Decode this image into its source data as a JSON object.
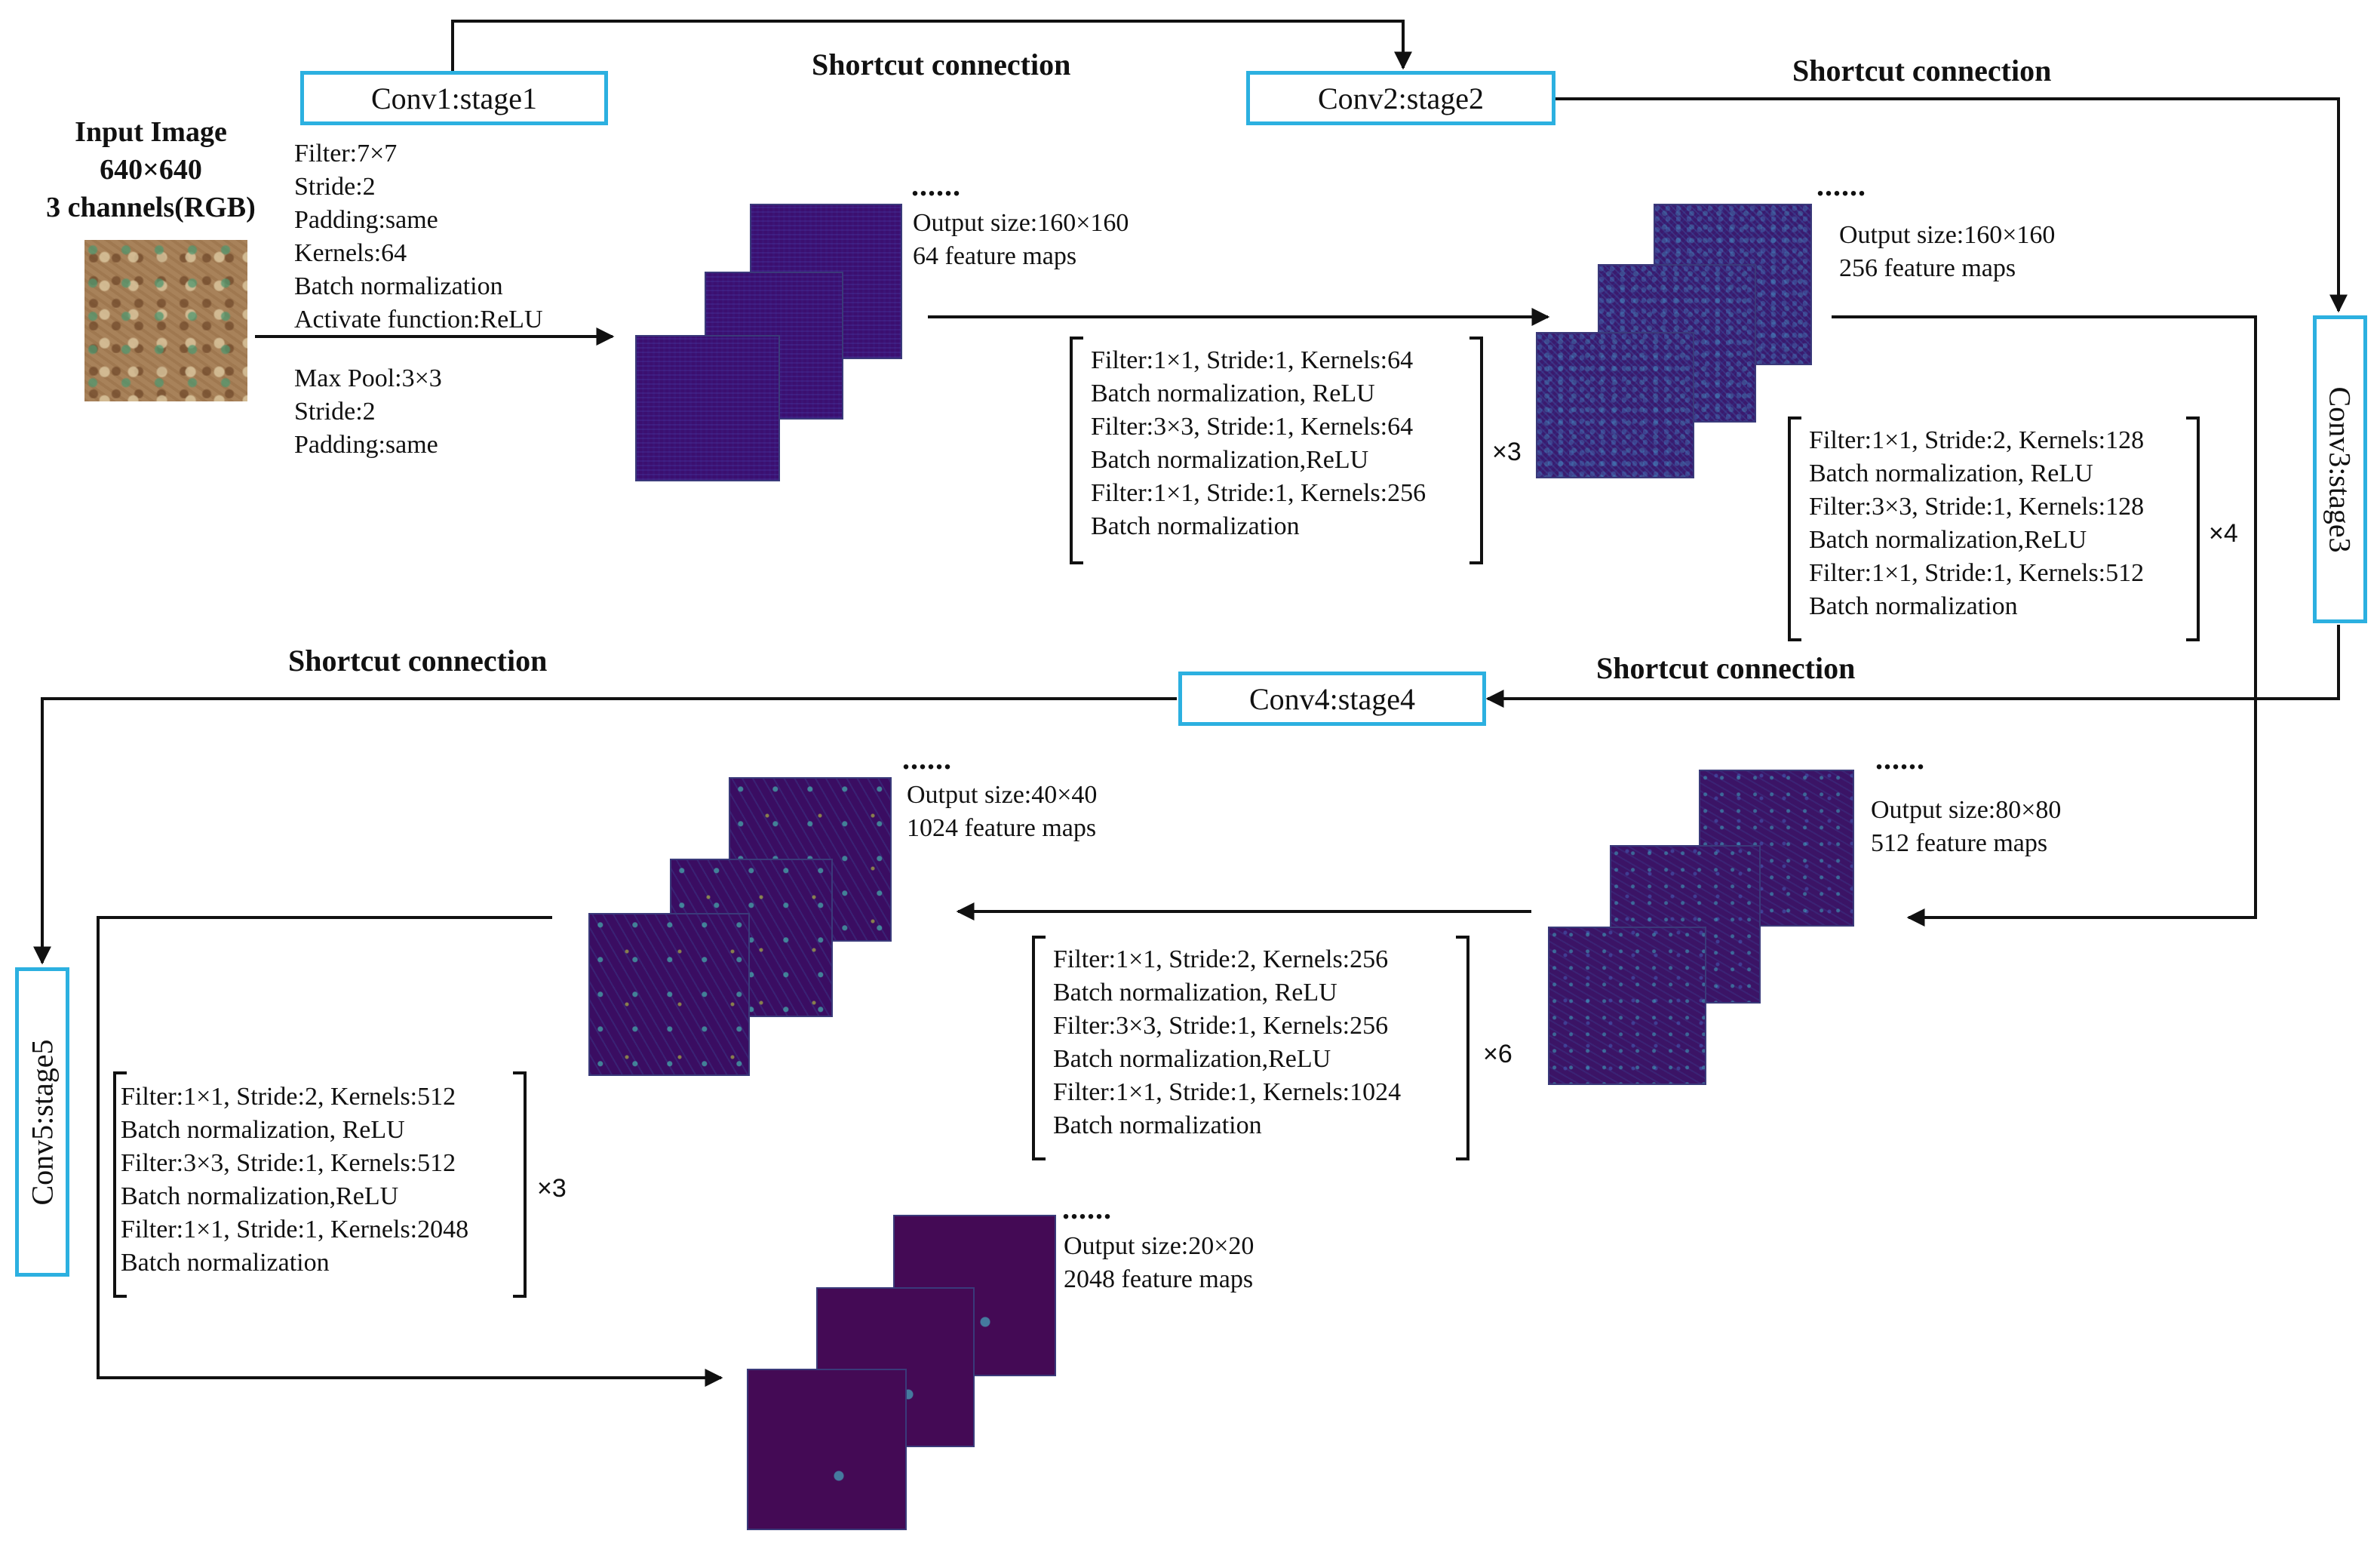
{
  "input": {
    "line1": "Input Image",
    "line2": "640×640",
    "line3": "3 channels(RGB)"
  },
  "stages": {
    "s1": "Conv1:stage1",
    "s2": "Conv2:stage2",
    "s3": "Conv3:stage3",
    "s4": "Conv4:stage4",
    "s5": "Conv5:stage5"
  },
  "shortcut_label": "Shortcut connection",
  "stage1": {
    "conv_params": [
      "Filter:7×7",
      "Stride:2",
      "Padding:same",
      "Kernels:64",
      "Batch normalization",
      "Activate function:ReLU"
    ],
    "pool_params": [
      "Max Pool:3×3",
      "Stride:2",
      "Padding:same"
    ],
    "output": [
      "Output size:160×160",
      "64 feature maps"
    ]
  },
  "stage2": {
    "block": [
      "Filter:1×1, Stride:1, Kernels:64",
      "Batch normalization, ReLU",
      "Filter:3×3, Stride:1, Kernels:64",
      "Batch normalization,ReLU",
      "Filter:1×1, Stride:1, Kernels:256",
      "Batch normalization"
    ],
    "repeat": "×3",
    "output": [
      "Output size:160×160",
      "256 feature maps"
    ]
  },
  "stage3": {
    "block": [
      "Filter:1×1, Stride:2, Kernels:128",
      "Batch normalization, ReLU",
      "Filter:3×3, Stride:1, Kernels:128",
      "Batch normalization,ReLU",
      "Filter:1×1, Stride:1, Kernels:512",
      "Batch normalization"
    ],
    "repeat": "×4",
    "output": [
      "Output size:80×80",
      "512 feature maps"
    ]
  },
  "stage4": {
    "block": [
      "Filter:1×1, Stride:2, Kernels:256",
      "Batch normalization, ReLU",
      "Filter:3×3, Stride:1, Kernels:256",
      "Batch normalization,ReLU",
      "Filter:1×1, Stride:1, Kernels:1024",
      "Batch normalization"
    ],
    "repeat": "×6",
    "output": [
      "Output size:40×40",
      "1024 feature maps"
    ]
  },
  "stage5": {
    "block": [
      "Filter:1×1, Stride:2, Kernels:512",
      "Batch normalization, ReLU",
      "Filter:3×3, Stride:1, Kernels:512",
      "Batch normalization,ReLU",
      "Filter:1×1, Stride:1, Kernels:2048",
      "Batch normalization"
    ],
    "repeat": "×3",
    "output": [
      "Output size:20×20",
      "2048 feature maps"
    ]
  },
  "ellipsis": "......",
  "colors": {
    "stage_border": "#2cb0e0",
    "arrow": "#111111",
    "feature_map_base": "#3b0f70"
  }
}
